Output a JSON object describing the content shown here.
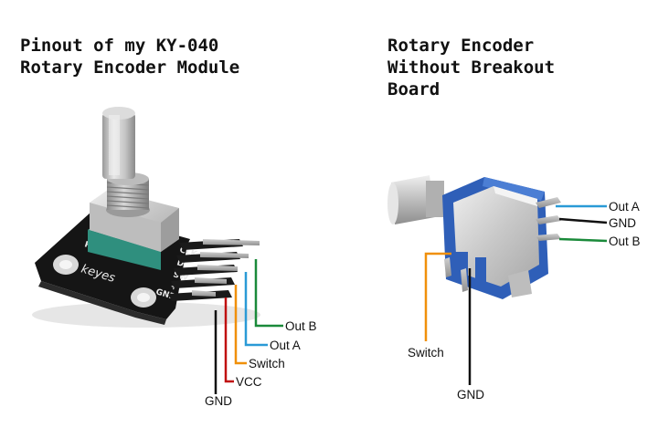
{
  "titles": {
    "left": "Pinout of my KY-040\nRotary Encoder Module",
    "right": "Rotary Encoder\nWithout Breakout\nBoard"
  },
  "module": {
    "silkscreen": {
      "clk": "CLK",
      "d": "D",
      "sw": "SW",
      "plus": "+",
      "gnd": "GND",
      "brand": "keyes",
      "rot": "ROT",
      "sw2": "SW"
    },
    "pins": [
      {
        "label": "Out B",
        "color": "#1a8a3a"
      },
      {
        "label": "Out A",
        "color": "#2a9ad6"
      },
      {
        "label": "Switch",
        "color": "#f0900a"
      },
      {
        "label": "VCC",
        "color": "#c01010"
      },
      {
        "label": "GND",
        "color": "#111111"
      }
    ]
  },
  "bare": {
    "pins": [
      {
        "label": "Out A",
        "color": "#2a9ad6"
      },
      {
        "label": "GND",
        "color": "#111111"
      },
      {
        "label": "Out B",
        "color": "#1a8a3a"
      },
      {
        "label": "Switch",
        "color": "#f0900a"
      },
      {
        "label": "GND",
        "color": "#111111"
      }
    ]
  }
}
